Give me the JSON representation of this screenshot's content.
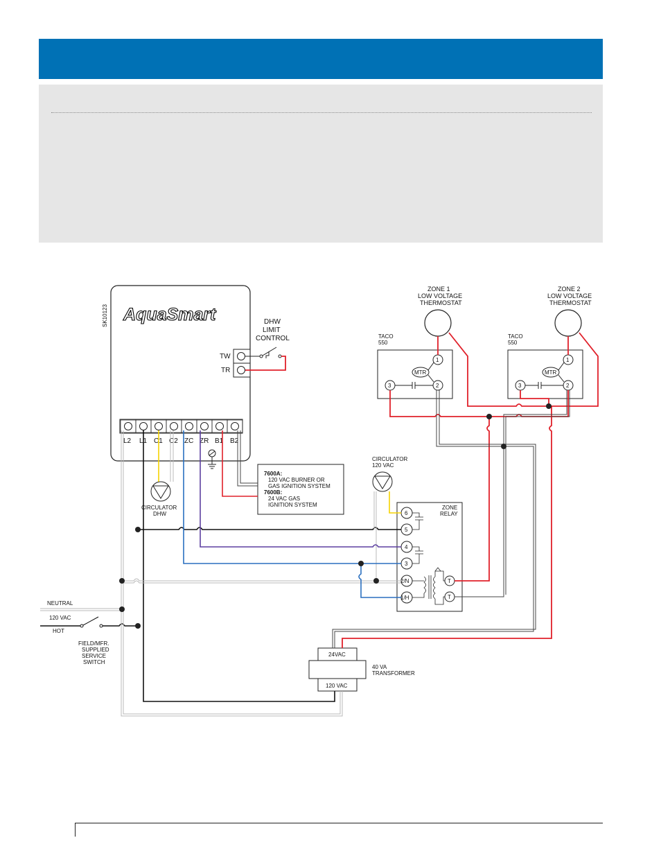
{
  "brand": {
    "logo_text": "AquaSmart",
    "sk_code": "SK10123"
  },
  "controller": {
    "terminals": [
      "L2",
      "L1",
      "C1",
      "C2",
      "ZC",
      "ZR",
      "B1",
      "B2"
    ],
    "side_terminals": [
      "TW",
      "TR"
    ]
  },
  "dhw_limit": {
    "line1": "DHW",
    "line2": "LIMIT",
    "line3": "CONTROL"
  },
  "zone1": {
    "line1": "ZONE 1",
    "line2": "LOW VOLTAGE",
    "line3": "THERMOSTAT"
  },
  "zone2": {
    "line1": "ZONE 2",
    "line2": "LOW VOLTAGE",
    "line3": "THERMOSTAT"
  },
  "taco1": {
    "line1": "TACO",
    "line2": "550",
    "mtr": "MTR",
    "t1": "1",
    "t2": "2",
    "t3": "3"
  },
  "taco2": {
    "line1": "TACO",
    "line2": "550",
    "mtr": "MTR",
    "t1": "1",
    "t2": "2",
    "t3": "3"
  },
  "note": {
    "a_title": "7600A:",
    "a_line1": "120 VAC BURNER OR",
    "a_line2": "GAS IGNITION SYSTEM",
    "b_title": "7600B:",
    "b_line1": "24 VAC GAS",
    "b_line2": "IGNITION SYSTEM"
  },
  "circ_120": {
    "line1": "CIRCULATOR",
    "line2": "120 VAC"
  },
  "circ_dhw": {
    "line1": "CIRCULATOR",
    "line2": "DHW"
  },
  "zone_relay": {
    "line1": "ZONE",
    "line2": "RELAY",
    "terminals": [
      "6",
      "5",
      "4",
      "3",
      "2/N",
      "1/H"
    ],
    "t_terms": [
      "T",
      "T"
    ]
  },
  "power": {
    "neutral": "NEUTRAL",
    "volt": "120 VAC",
    "hot": "HOT",
    "switch_line1": "FIELD/MFR.",
    "switch_line2": "SUPPLIED",
    "switch_line3": "SERVICE",
    "switch_line4": "SWITCH"
  },
  "transformer": {
    "secondary": "24VAC",
    "primary": "120 VAC",
    "rating": "40 VA",
    "name": "TRANSFORMER"
  },
  "colors": {
    "header": "#0071b5",
    "panel": "#e6e6e6",
    "red_wire": "#e0202a",
    "blue_wire": "#2a6fbf",
    "purple_wire": "#5b3fa0",
    "yellow_wire": "#f5d400",
    "black_wire": "#111111",
    "gray_wire": "#b8b8b8"
  }
}
